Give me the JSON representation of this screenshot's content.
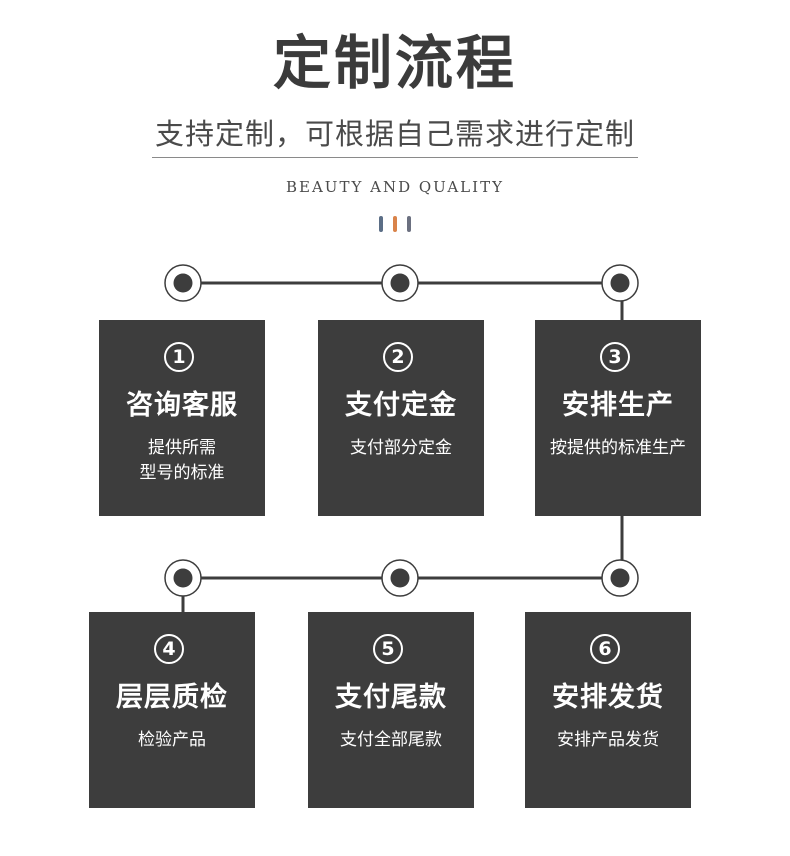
{
  "header": {
    "title": "定制流程",
    "subtitle": "支持定制，可根据自己需求进行定制",
    "tagline": "BEAUTY AND QUALITY"
  },
  "colors": {
    "card_bg": "#3d3d3d",
    "text_dark": "#3b3b3b",
    "accent_blue": "#5b6e86",
    "accent_orange": "#d9834a",
    "accent_slate": "#6b7080"
  },
  "steps": [
    {
      "number": "1",
      "title": "咨询客服",
      "desc": [
        "提供所需",
        "型号的标准"
      ]
    },
    {
      "number": "2",
      "title": "支付定金",
      "desc": [
        "支付部分定金"
      ]
    },
    {
      "number": "3",
      "title": "安排生产",
      "desc": [
        "按提供的标准生产"
      ]
    },
    {
      "number": "4",
      "title": "层层质检",
      "desc": [
        "检验产品"
      ]
    },
    {
      "number": "5",
      "title": "支付尾款",
      "desc": [
        "支付全部尾款"
      ]
    },
    {
      "number": "6",
      "title": "安排发货",
      "desc": [
        "安排产品发货"
      ]
    }
  ]
}
